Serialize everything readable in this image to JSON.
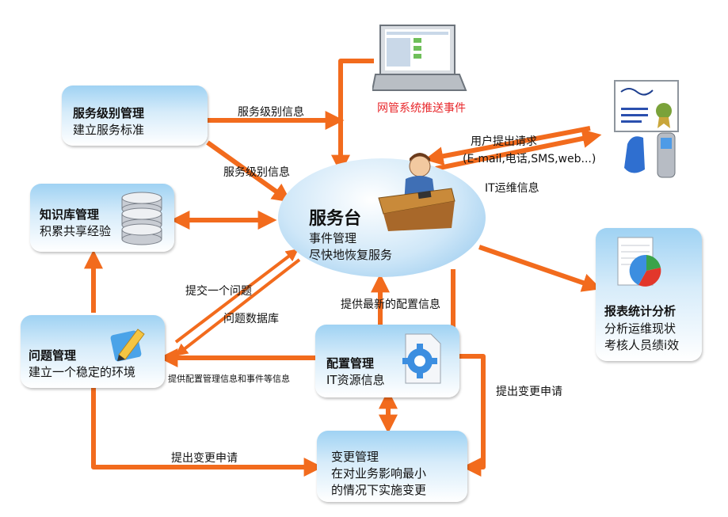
{
  "nodes": {
    "service_level": {
      "title": "服务级别管理",
      "subtitle": "建立服务标准"
    },
    "knowledge": {
      "title": "知识库管理",
      "subtitle": "积累共享经验"
    },
    "problem": {
      "title": "问题管理",
      "subtitle": "建立一个稳定的环境"
    },
    "service_desk": {
      "title": "服务台",
      "line1": "事件管理",
      "line2": "尽快地恢复服务"
    },
    "config": {
      "title": "配置管理",
      "subtitle": "IT资源信息"
    },
    "change": {
      "title": "变更管理",
      "line1": "在对业务影响最小",
      "line2": "的情况下实施变更"
    },
    "report": {
      "title": "报表统计分析",
      "line1": "分析运维现状",
      "line2": "考核人员绩i效"
    }
  },
  "labels": {
    "nms_event": "网管系统推送事件",
    "sla_info_1": "服务级别信息",
    "sla_info_2": "服务级别信息",
    "user_request": "用户提出请求",
    "user_channels": "(E-mail,电话,SMS,web...)",
    "it_ops_info": "IT运维信息",
    "submit_problem": "提交一个问题",
    "problem_db": "问题数据库",
    "latest_config": "提供最新的配置信息",
    "config_event_info": "提供配置管理信息和事件等信息",
    "change_request_right": "提出变更申请",
    "change_request_bottom": "提出变更申请"
  },
  "colors": {
    "arrow": "#f26b1d",
    "box_top": "#9fd2f3",
    "nms_text": "#e8262a"
  },
  "icons": [
    "laptop-icon",
    "certificate-icon",
    "phone-icon",
    "service-agent-icon",
    "database-icon",
    "pencil-icon",
    "gear-document-icon",
    "pie-chart-icon"
  ]
}
